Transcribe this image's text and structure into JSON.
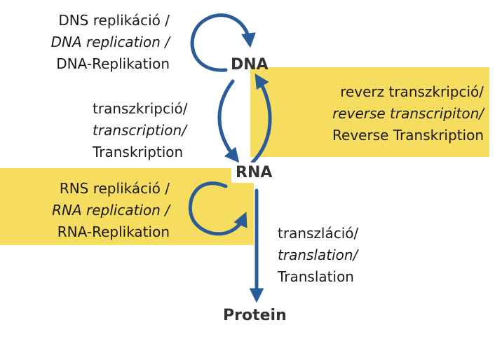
{
  "colors": {
    "highlight": "#f6dc5f",
    "arrow": "#2b5c9a",
    "node_box": "#ffffff"
  },
  "nodes": {
    "dna": "DNA",
    "rna": "RNA",
    "protein": "Protein"
  },
  "labels": {
    "dna_replication": [
      "DNS replikáció /",
      "DNA replication /",
      "DNA-Replikation"
    ],
    "transcription": [
      "transzkripció/",
      "transcription/",
      "Transkription"
    ],
    "reverse_transcription": [
      "reverz transzkripció/",
      "reverse transcripiton/",
      "Reverse Transkription"
    ],
    "rna_replication": [
      "RNS replikáció /",
      "RNA replication /",
      "RNA-Replikation"
    ],
    "translation": [
      "transzláció/",
      "translation/",
      "Translation"
    ]
  }
}
